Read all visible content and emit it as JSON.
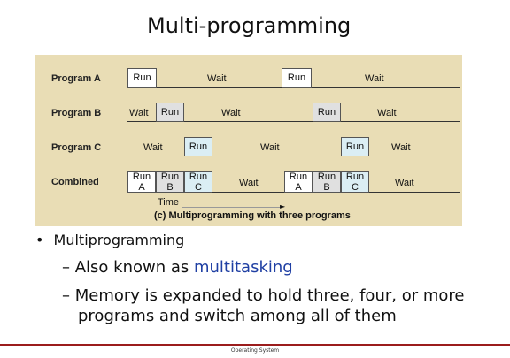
{
  "title": "Multi-programming",
  "diagram": {
    "rows": [
      {
        "label": "Program A"
      },
      {
        "label": "Program B"
      },
      {
        "label": "Program C"
      },
      {
        "label": "Combined"
      }
    ],
    "run": "Run",
    "wait": "Wait",
    "combined_labels": [
      "Run\nA",
      "Run\nB",
      "Run\nC"
    ],
    "time_label": "Time",
    "caption": "(c) Multiprogramming with three programs"
  },
  "bullets": {
    "main": "Multiprogramming",
    "sub1_prefix": "– Also known as ",
    "sub1_highlight": "multitasking",
    "sub2_line1": "– Memory is expanded to hold three, four, or more",
    "sub2_line2": "programs and switch among all of them"
  },
  "footer": "Operating System",
  "colors": {
    "highlight": "#1f3fa3",
    "footer_line": "#9b1c1c",
    "diagram_bg": "#e9ddb5"
  }
}
